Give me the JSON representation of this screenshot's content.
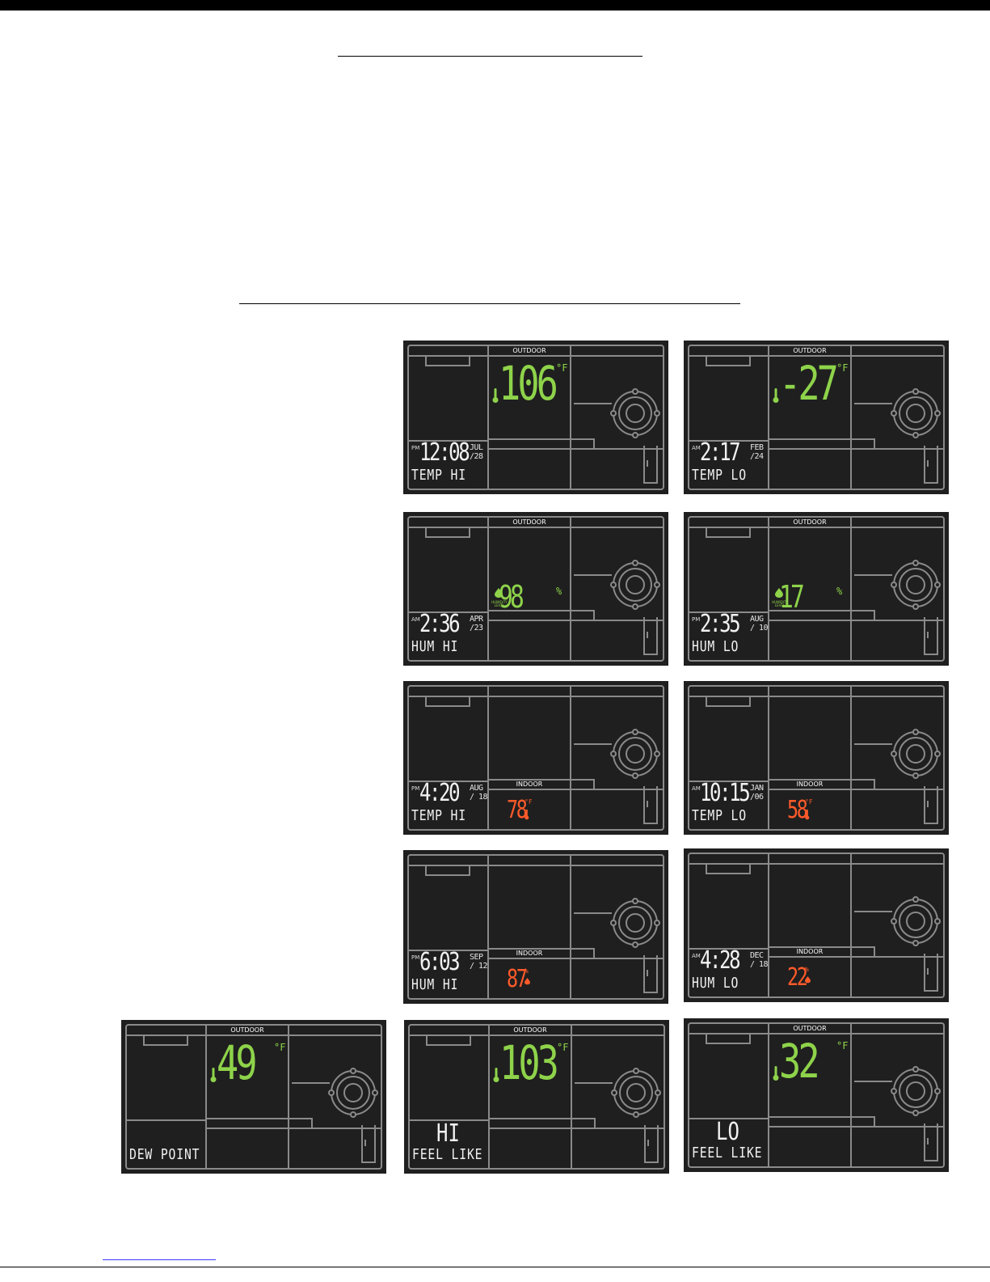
{
  "colors": {
    "lcd_bg": "#1f1f1f",
    "grid": "#8a8a8a",
    "green": "#8ed34a",
    "red": "#ff5a2a",
    "white": "#f2f2f2"
  },
  "panels": [
    {
      "header": "OUTDOOR",
      "header_pos": "top",
      "value": "106",
      "unit": "°F",
      "ampm": "PM",
      "time": "12:08",
      "mon": "JUL",
      "day": "/28",
      "label": "TEMP HI",
      "icon": "thermometer-icon"
    },
    {
      "header": "OUTDOOR",
      "header_pos": "top",
      "value": "-27",
      "unit": "°F",
      "ampm": "AM",
      "time": "2:17",
      "mon": "FEB",
      "day": "/24",
      "label": "TEMP LO",
      "icon": "thermometer-icon"
    },
    {
      "header": "OUTDOOR",
      "header_pos": "top",
      "value": "98",
      "unit": "%",
      "ampm": "AM",
      "time": "2:36",
      "mon": "APR",
      "day": "/23",
      "label": "HUM HI",
      "icon": "droplet-icon",
      "hum_label": "HUMIDITY LEVEL"
    },
    {
      "header": "OUTDOOR",
      "header_pos": "top",
      "value": "17",
      "unit": "%",
      "ampm": "PM",
      "time": "2:35",
      "mon": "AUG",
      "day": "/ 10",
      "label": "HUM LO",
      "icon": "droplet-icon",
      "hum_label": "HUMIDITY LEVEL"
    },
    {
      "header": "INDOOR",
      "header_pos": "bottom",
      "value": "78",
      "unit": "°F",
      "ampm": "PM",
      "time": "4:20",
      "mon": "AUG",
      "day": "/ 18",
      "label": "TEMP HI",
      "icon": "thermometer-icon"
    },
    {
      "header": "INDOOR",
      "header_pos": "bottom",
      "value": "58",
      "unit": "°F",
      "ampm": "AM",
      "time": "10:15",
      "mon": "JAN",
      "day": "/06",
      "label": "TEMP LO",
      "icon": "thermometer-icon"
    },
    {
      "header": "INDOOR",
      "header_pos": "bottom",
      "value": "87",
      "unit": "%",
      "ampm": "PM",
      "time": "6:03",
      "mon": "SEP",
      "day": "/ 12",
      "label": "HUM HI",
      "icon": "droplet-icon"
    },
    {
      "header": "INDOOR",
      "header_pos": "bottom",
      "value": "22",
      "unit": "%",
      "ampm": "AM",
      "time": "4:28",
      "mon": "DEC",
      "day": "/ 18",
      "label": "HUM LO",
      "icon": "droplet-icon"
    },
    {
      "header": "OUTDOOR",
      "header_pos": "top",
      "value": "49",
      "unit": "°F",
      "label": "DEW POINT",
      "icon": "thermometer-icon"
    },
    {
      "header": "OUTDOOR",
      "header_pos": "top",
      "value": "103",
      "unit": "°F",
      "hilo": "HI",
      "label": "FEEL LIKE",
      "icon": "thermometer-icon"
    },
    {
      "header": "OUTDOOR",
      "header_pos": "top",
      "value": "32",
      "unit": "°F",
      "hilo": "LO",
      "label": "FEEL LIKE",
      "icon": "thermometer-icon"
    }
  ]
}
